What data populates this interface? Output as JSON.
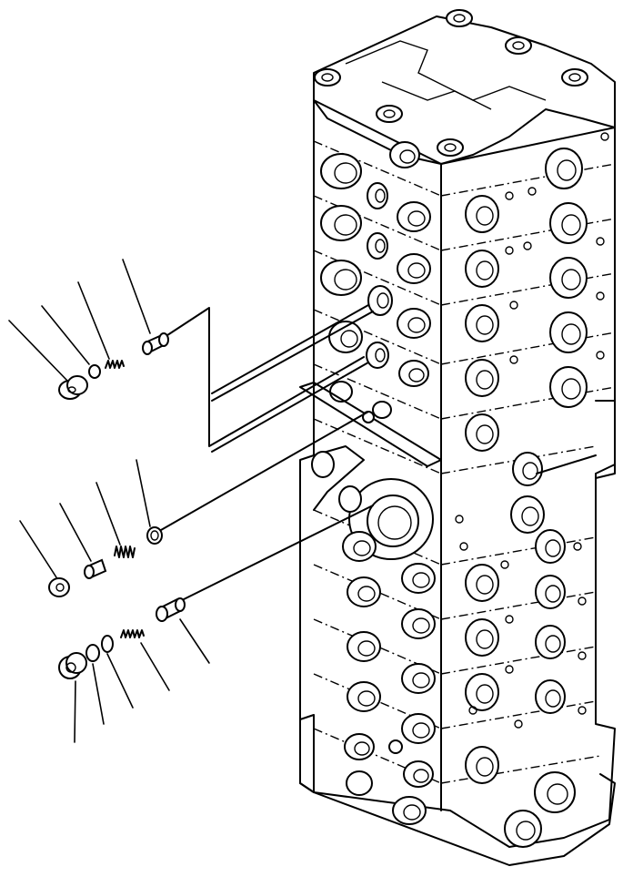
{
  "figure": {
    "subject": "valve-assembly-exploded-view",
    "colors": {
      "line": "#000000",
      "background": "#ffffff"
    },
    "part_groups": [
      {
        "name": "upper-plug-group",
        "parts": [
          "plug-icon",
          "o-ring-icon",
          "spring-icon",
          "spool-icon"
        ]
      },
      {
        "name": "middle-plug-group",
        "parts": [
          "plug-icon",
          "poppet-icon",
          "spring-icon",
          "seat-icon"
        ]
      },
      {
        "name": "lower-plug-group",
        "parts": [
          "plug-icon",
          "o-ring-icon",
          "o-ring-icon",
          "spring-icon",
          "spool-icon"
        ]
      }
    ]
  }
}
